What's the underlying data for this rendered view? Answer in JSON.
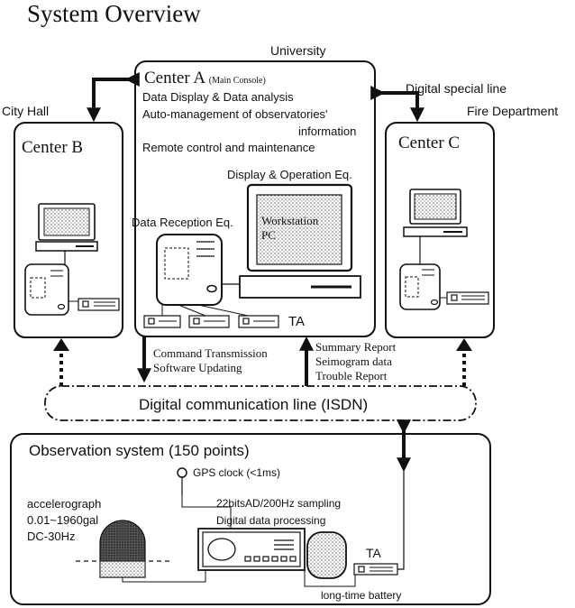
{
  "title": "System Overview",
  "labels": {
    "university": "University",
    "digital_special_line": "Digital special  line",
    "city_hall": "City Hall",
    "fire_department": "Fire Department",
    "center_b": "Center B",
    "center_c": "Center C"
  },
  "center_a": {
    "title": "Center A",
    "subtitle": "(Main Console)",
    "line1": "Data Display  &  Data analysis",
    "line2": "Auto-management of observatories'",
    "line3": "information",
    "line4": "Remote control and maintenance",
    "display_eq": "Display & Operation Eq.",
    "reception_eq": "Data Reception Eq.",
    "workstation": "Workstation",
    "pc": "PC",
    "ta": "TA"
  },
  "transmission": {
    "down1": "Command Transmission",
    "down2": "Software Updating",
    "up1": "Summary Report",
    "up2": "Seimogram data",
    "up3": "Trouble Report"
  },
  "isdn": "Digital communication line (ISDN)",
  "observation": {
    "title": "Observation system (150 points)",
    "gps": "GPS clock (<1ms)",
    "ad": "22bitsAD/200Hz sampling",
    "processing": "Digital data processing",
    "accel1": "accelerograph",
    "accel2": "0.01~1960gal",
    "accel3": "DC-30Hz",
    "ta": "TA",
    "battery": "long-time battery"
  }
}
